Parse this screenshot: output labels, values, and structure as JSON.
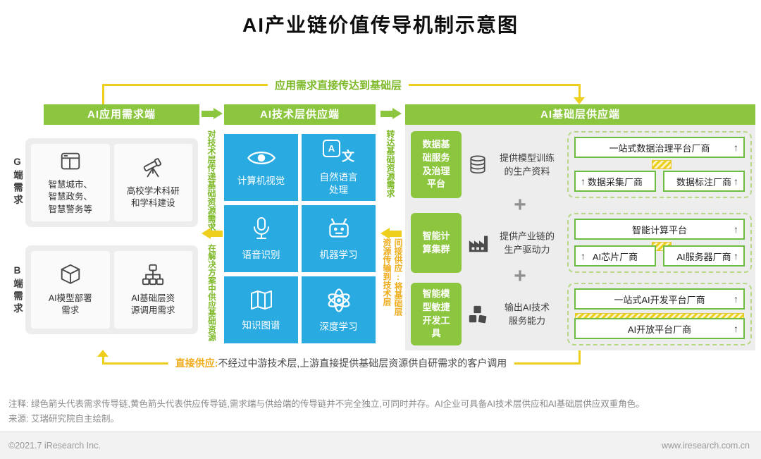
{
  "title": "AI产业链价值传导机制示意图",
  "colors": {
    "green": "#8CC63F",
    "green_text": "#7DB928",
    "blue": "#29ABE2",
    "yellow": "#EFCF1E",
    "orange": "#EFAC1C",
    "box_border": "#6FBE44"
  },
  "top_arrow": {
    "label": "应用需求直接传达到基础层"
  },
  "bottom_arrow": {
    "prefix": "直接供应:",
    "text": "不经过中游技术层,上游直接提供基础层资源供自研需求的客户调用"
  },
  "flows": {
    "demand_to_tech": "对技术层传递基础资源需求",
    "tech_to_demand": "在解决方案中供应基础资源",
    "tech_to_infra": "转达基础资源需求",
    "indirect_prefix": "间接供应:",
    "indirect_text": "将基础层资源传输到技术层"
  },
  "demand": {
    "header": "AI应用需求端",
    "groups": [
      {
        "side_label": "G端需求",
        "cards": [
          {
            "icon": "smart-city-icon",
            "label": "智慧城市、\n智慧政务、\n智慧警务等"
          },
          {
            "icon": "telescope-icon",
            "label": "高校学术科研\n和学科建设"
          }
        ]
      },
      {
        "side_label": "B端需求",
        "cards": [
          {
            "icon": "cube-icon",
            "label": "AI模型部署\n需求"
          },
          {
            "icon": "sitemap-icon",
            "label": "AI基础层资\n源调用需求"
          }
        ]
      }
    ]
  },
  "tech": {
    "header": "AI技术层供应端",
    "cells": [
      {
        "icon": "eye-icon",
        "label": "计算机视觉"
      },
      {
        "icon": "translate-icon",
        "label": "自然语言\n处理"
      },
      {
        "icon": "microphone-icon",
        "label": "语音识别"
      },
      {
        "icon": "robot-icon",
        "label": "机器学习"
      },
      {
        "icon": "map-icon",
        "label": "知识图谱"
      },
      {
        "icon": "atom-icon",
        "label": "深度学习"
      }
    ]
  },
  "infra": {
    "header": "AI基础层供应端",
    "plus": "+",
    "up_arrow": "↑",
    "rows": [
      {
        "category": "数据基础服务及治理平台",
        "icon": "database-icon",
        "desc": "提供模型训练\n的生产资料",
        "top_vendor": "一站式数据治理平台厂商",
        "bottom_left": "数据采集厂商",
        "bottom_right": "数据标注厂商"
      },
      {
        "category": "智能计算集群",
        "icon": "factory-icon",
        "desc": "提供产业链的\n生产驱动力",
        "top_vendor": "智能计算平台",
        "bottom_left": "AI芯片厂商",
        "bottom_right": "AI服务器厂商"
      },
      {
        "category": "智能模型敏捷开发工具",
        "icon": "dev-blocks-icon",
        "desc": "输出AI技术\n服务能力",
        "top_vendor": "一站式AI开发平台厂商",
        "bottom_vendor": "AI开放平台厂商"
      }
    ]
  },
  "glyphs": {
    "translate_a": "A",
    "translate_wen": "文"
  },
  "notes": {
    "annotation": "注释: 绿色箭头代表需求传导链,黄色箭头代表供应传导链,需求端与供给端的传导链并不完全独立,可同时并存。AI企业可具备AI技术层供应和AI基础层供应双重角色。",
    "source": "来源: 艾瑞研究院自主绘制。"
  },
  "footer": {
    "left": "©2021.7 iResearch Inc.",
    "right": "www.iresearch.com.cn"
  }
}
